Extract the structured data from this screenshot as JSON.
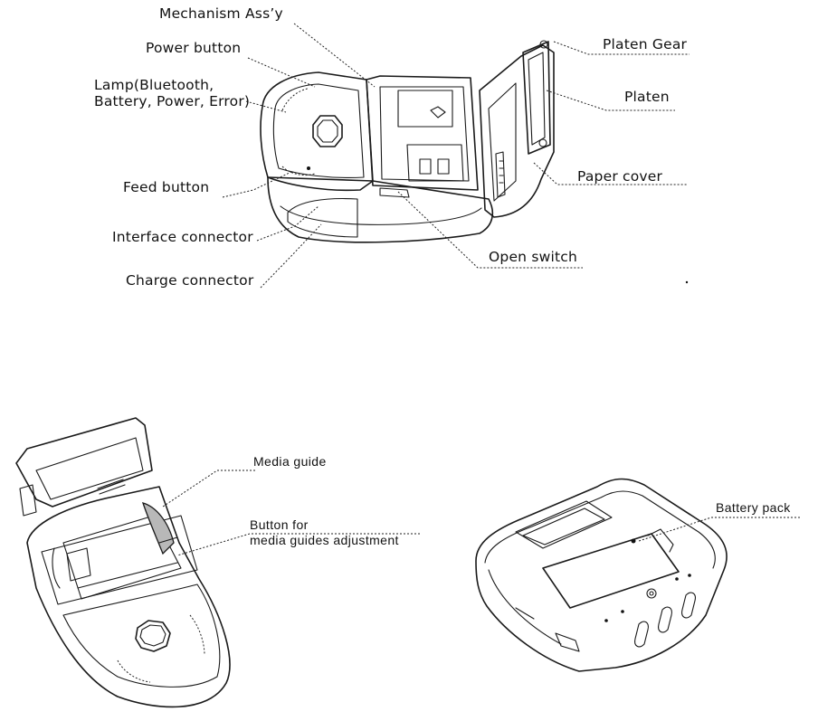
{
  "labels": {
    "mechanism": "Mechanism Ass’y",
    "power_button": "Power button",
    "lamp": "Lamp(Bluetooth,\nBattery, Power, Error)",
    "feed_button": "Feed button",
    "interface_connector": "Interface connector",
    "charge_connector": "Charge connector",
    "platen_gear": "Platen Gear",
    "platen": "Platen",
    "paper_cover": "Paper cover",
    "open_switch": "Open switch",
    "media_guide": "Media guide",
    "button_media_guides": "Button for\nmedia guides adjustment",
    "battery_pack": "Battery pack"
  },
  "colors": {
    "line": "#1a1a1a",
    "fill_gray": "#b8b8b8"
  },
  "figures": [
    "printer-open-side-view",
    "printer-open-top-view",
    "printer-bottom-view"
  ]
}
